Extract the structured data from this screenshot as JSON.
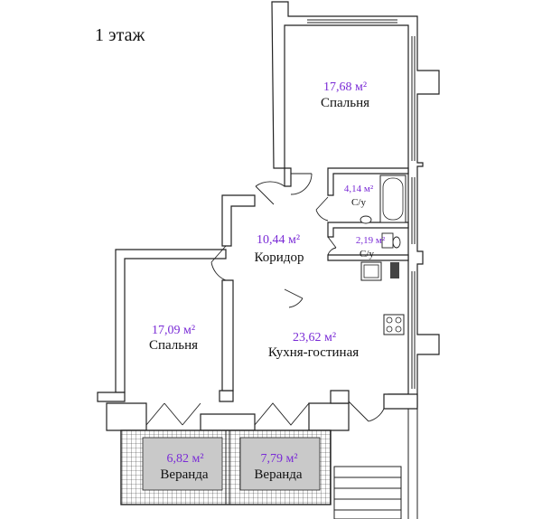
{
  "floor_label": "1 этаж",
  "rooms": [
    {
      "id": "bedroom-top",
      "area": "17,68 м²",
      "name": "Спальня"
    },
    {
      "id": "bath-1",
      "area": "4,14 м²",
      "name": "С/у"
    },
    {
      "id": "bath-2",
      "area": "2,19 м²",
      "name": "С/у"
    },
    {
      "id": "corridor",
      "area": "10,44 м²",
      "name": "Коридор"
    },
    {
      "id": "bedroom-left",
      "area": "17,09 м²",
      "name": "Спальня"
    },
    {
      "id": "kitchen-living",
      "area": "23,62 м²",
      "name": "Кухня-гостиная"
    },
    {
      "id": "veranda-1",
      "area": "6,82 м²",
      "name": "Веранда"
    },
    {
      "id": "veranda-2",
      "area": "7,79 м²",
      "name": "Веранда"
    }
  ],
  "colors": {
    "area_text": "#7a2bd6",
    "walls": "#222222",
    "veranda_fill": "#c9c9c9"
  }
}
